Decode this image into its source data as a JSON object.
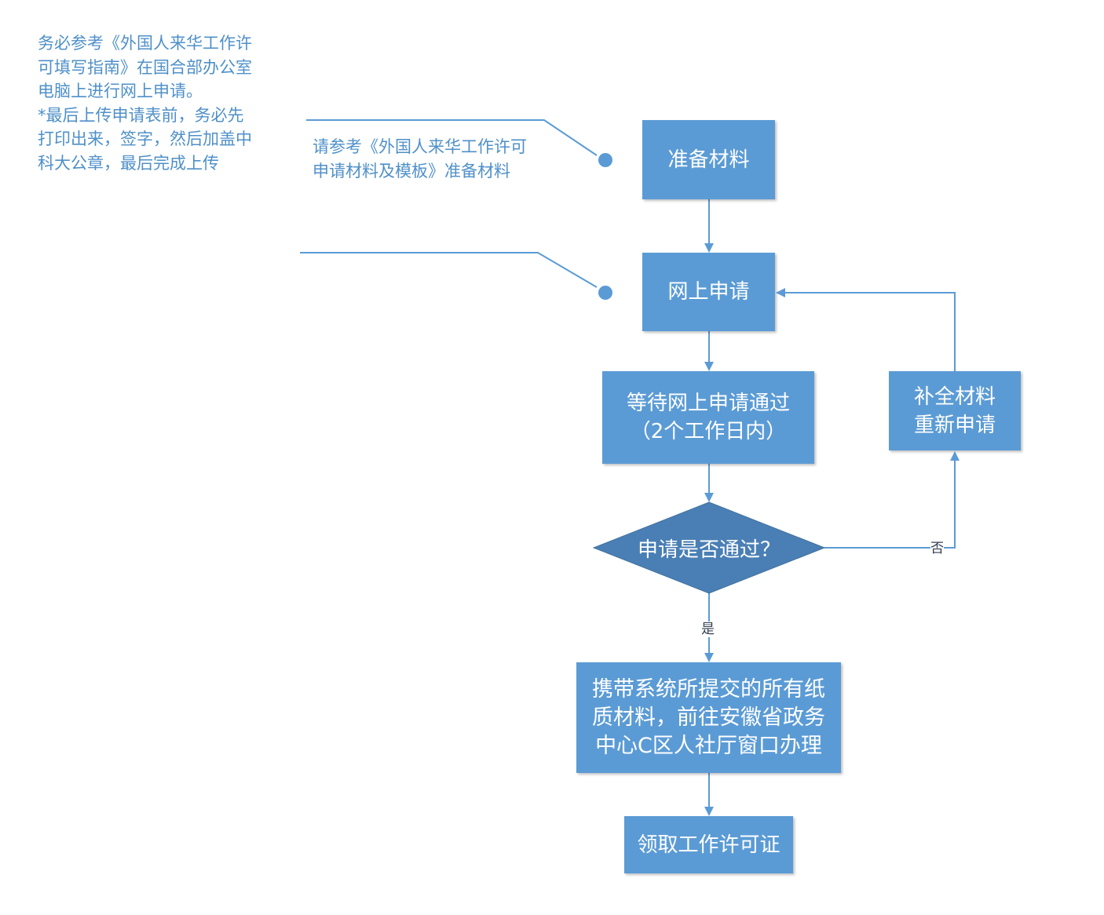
{
  "notes": {
    "main": "务必参考《外国人来华工作许\n可填写指南》在国合部办公室\n电脑上进行网上申请。\n*最后上传申请表前，务必先\n打印出来，签字，然后加盖中\n科大公章，最后完成上传",
    "materials": "请参考《外国人来华工作许可\n申请材料及模板》准备材料"
  },
  "steps": {
    "prepare": "准备材料",
    "online": "网上申请",
    "wait": "等待网上申请通过\n（2个工作日内）",
    "decision": "申请是否通过？",
    "resubmit": "补全材料\n重新申请",
    "submit": "携带系统所提交的所有纸\n质材料，前往安徽省政务\n中心C区人社厅窗口办理",
    "collect": "领取工作许可证"
  },
  "edges": {
    "no": "否",
    "yes": "是"
  },
  "colors": {
    "box": "#5b9bd5",
    "decision": "#4a7fb5",
    "line": "#5b9bd5",
    "note_text": "#4f90c8"
  }
}
